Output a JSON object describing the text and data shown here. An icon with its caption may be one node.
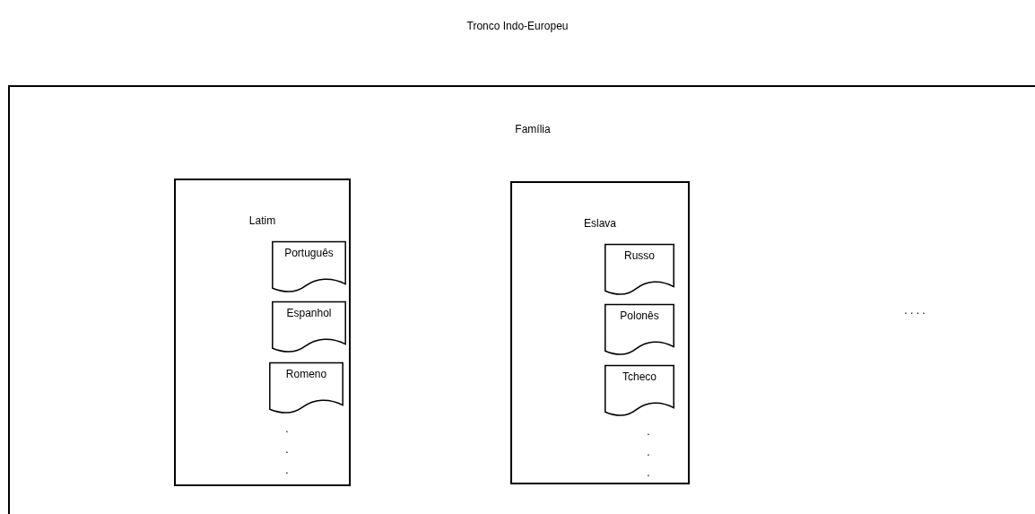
{
  "diagram": {
    "title": "Tronco Indo-Europeu",
    "nodes": [
      {
        "text": [
          "Família"
        ]
      },
      {
        "text": [
          "Latim"
        ],
        "in": 0
      },
      {
        "text": [
          "Português"
        ],
        "in": 1
      },
      {
        "text": [
          "Espanhol"
        ],
        "in": 1
      },
      {
        "text": [
          "Romeno"
        ],
        "in": 1
      },
      {
        "text": [
          "Eslava"
        ],
        "in": 0
      },
      {
        "text": [
          "Russo"
        ],
        "in": 5
      },
      {
        "text": [
          "Polonês"
        ],
        "in": 5
      },
      {
        "text": [
          "Tcheco"
        ],
        "in": 5
      }
    ],
    "labels": [
      ".",
      ".",
      ".",
      ".",
      ".",
      ".",
      ". . . ."
    ]
  }
}
